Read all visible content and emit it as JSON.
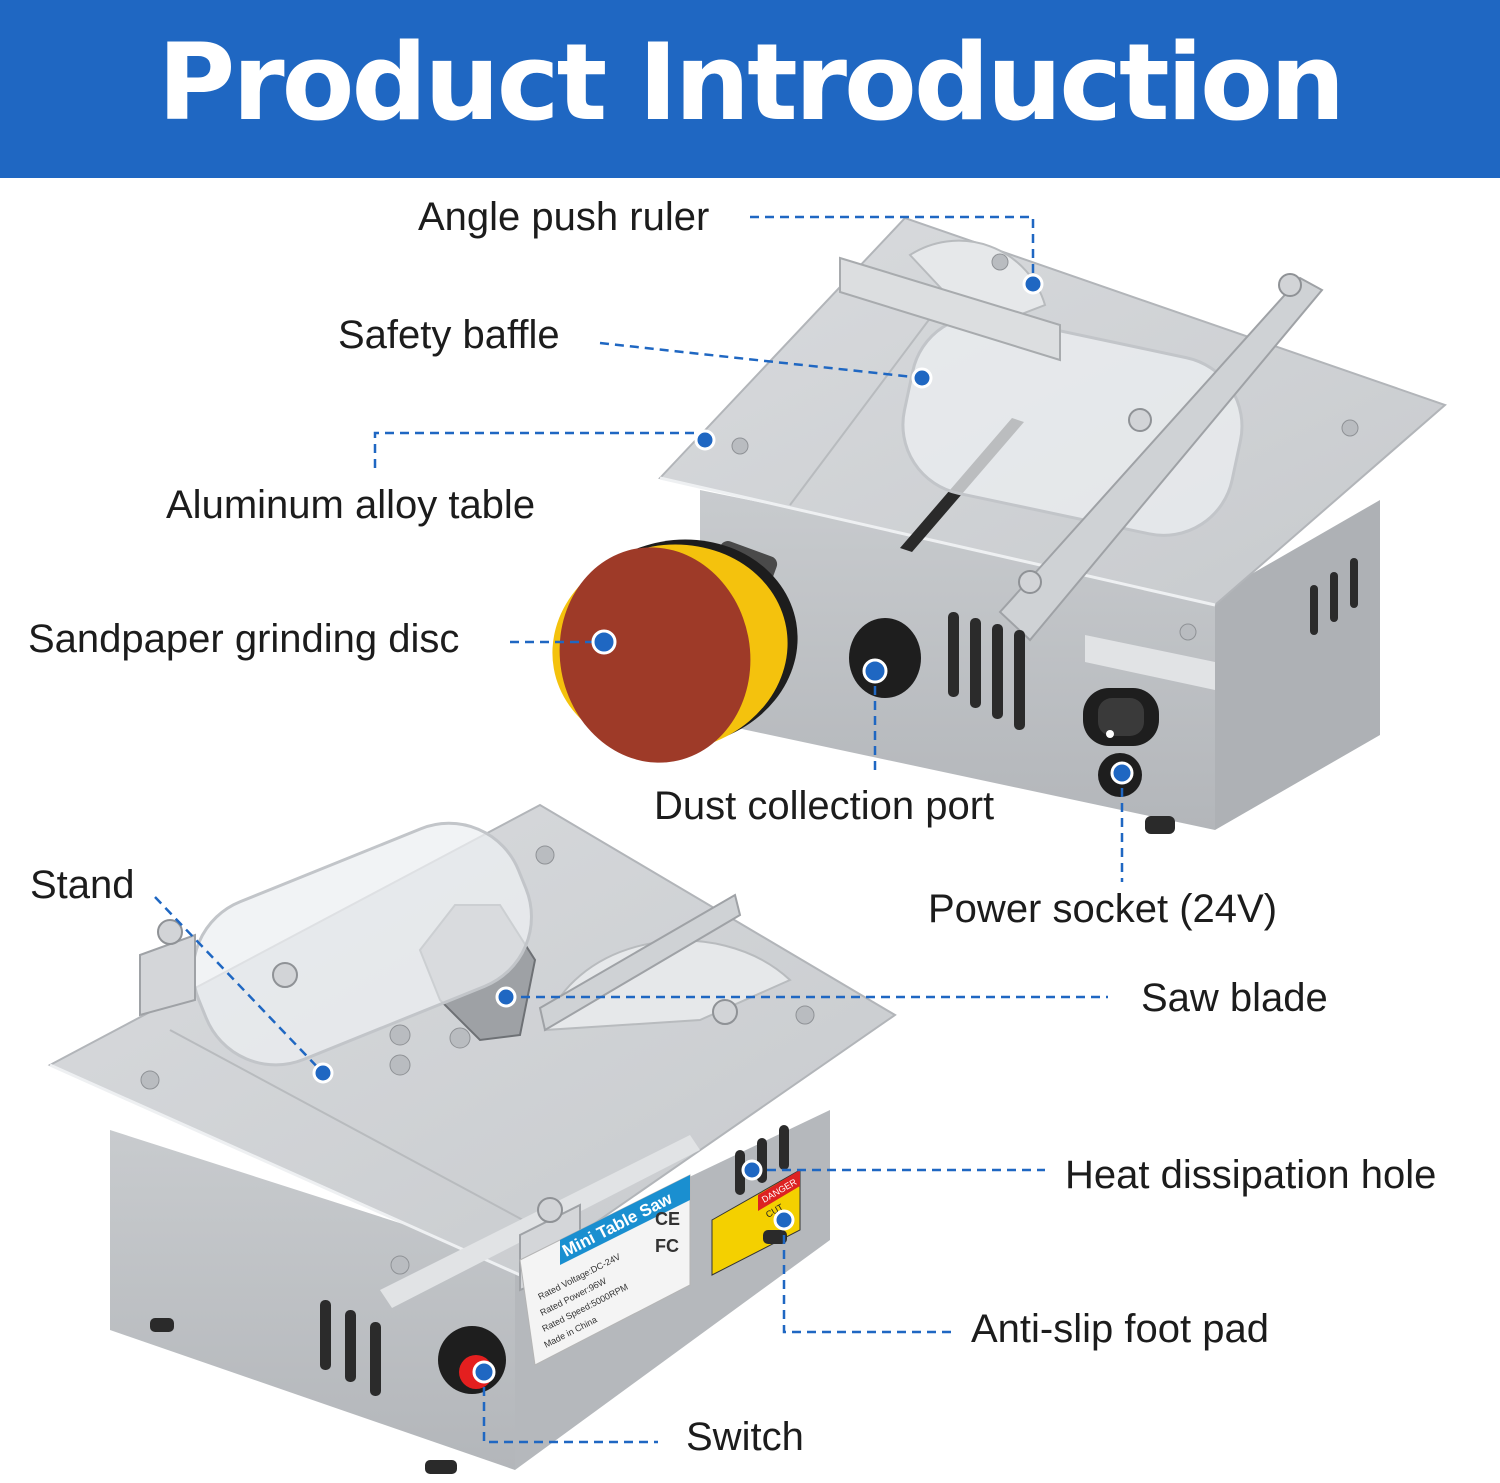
{
  "header": {
    "title": "Product Introduction"
  },
  "labels": {
    "angle_push_ruler": "Angle push ruler",
    "safety_baffle": "Safety baffle",
    "aluminum_table": "Aluminum alloy table",
    "sandpaper_disc": "Sandpaper grinding disc",
    "dust_port": "Dust collection port",
    "power_socket": "Power socket (24V)",
    "stand": "Stand",
    "saw_blade": "Saw blade",
    "heat_hole": "Heat dissipation hole",
    "anti_slip": "Anti-slip foot pad",
    "switch": "Switch"
  },
  "product_label": {
    "name": "Mini Table Saw",
    "voltage": "Rated Voltage:DC-24V",
    "power": "Rated Power:96W",
    "speed": "Rated Speed:5000RPM",
    "origin": "Made in China",
    "danger": "DANGER",
    "cut": "CUT",
    "cert_ce": "CE",
    "cert_fc": "FC"
  },
  "colors": {
    "header_bg": "#1f67c2",
    "callout": "#1f67c2",
    "text": "#1c1c1c"
  }
}
